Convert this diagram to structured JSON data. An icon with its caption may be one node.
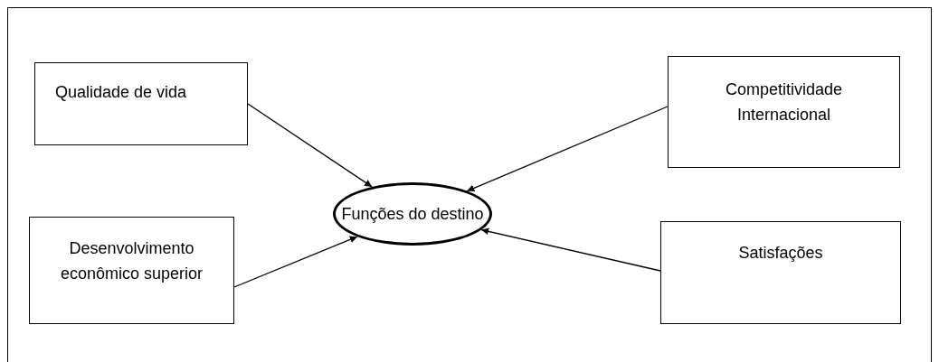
{
  "diagram": {
    "nodes": [
      {
        "text": [
          "Qualidade de vida"
        ]
      },
      {
        "text": [
          "Competitividade Internacional"
        ]
      },
      {
        "text": [
          "Funções do destino"
        ]
      },
      {
        "text": [
          "Desenvolvimento econômico superior"
        ]
      },
      {
        "text": [
          "Satisfações"
        ]
      }
    ],
    "edges": [
      {
        "from": 0,
        "to": 2,
        "arrow": "to"
      },
      {
        "from": 1,
        "to": 2,
        "arrow": "to"
      },
      {
        "from": 3,
        "to": 2,
        "arrow": "to"
      },
      {
        "from": 4,
        "to": 2,
        "arrow": "to"
      }
    ]
  }
}
